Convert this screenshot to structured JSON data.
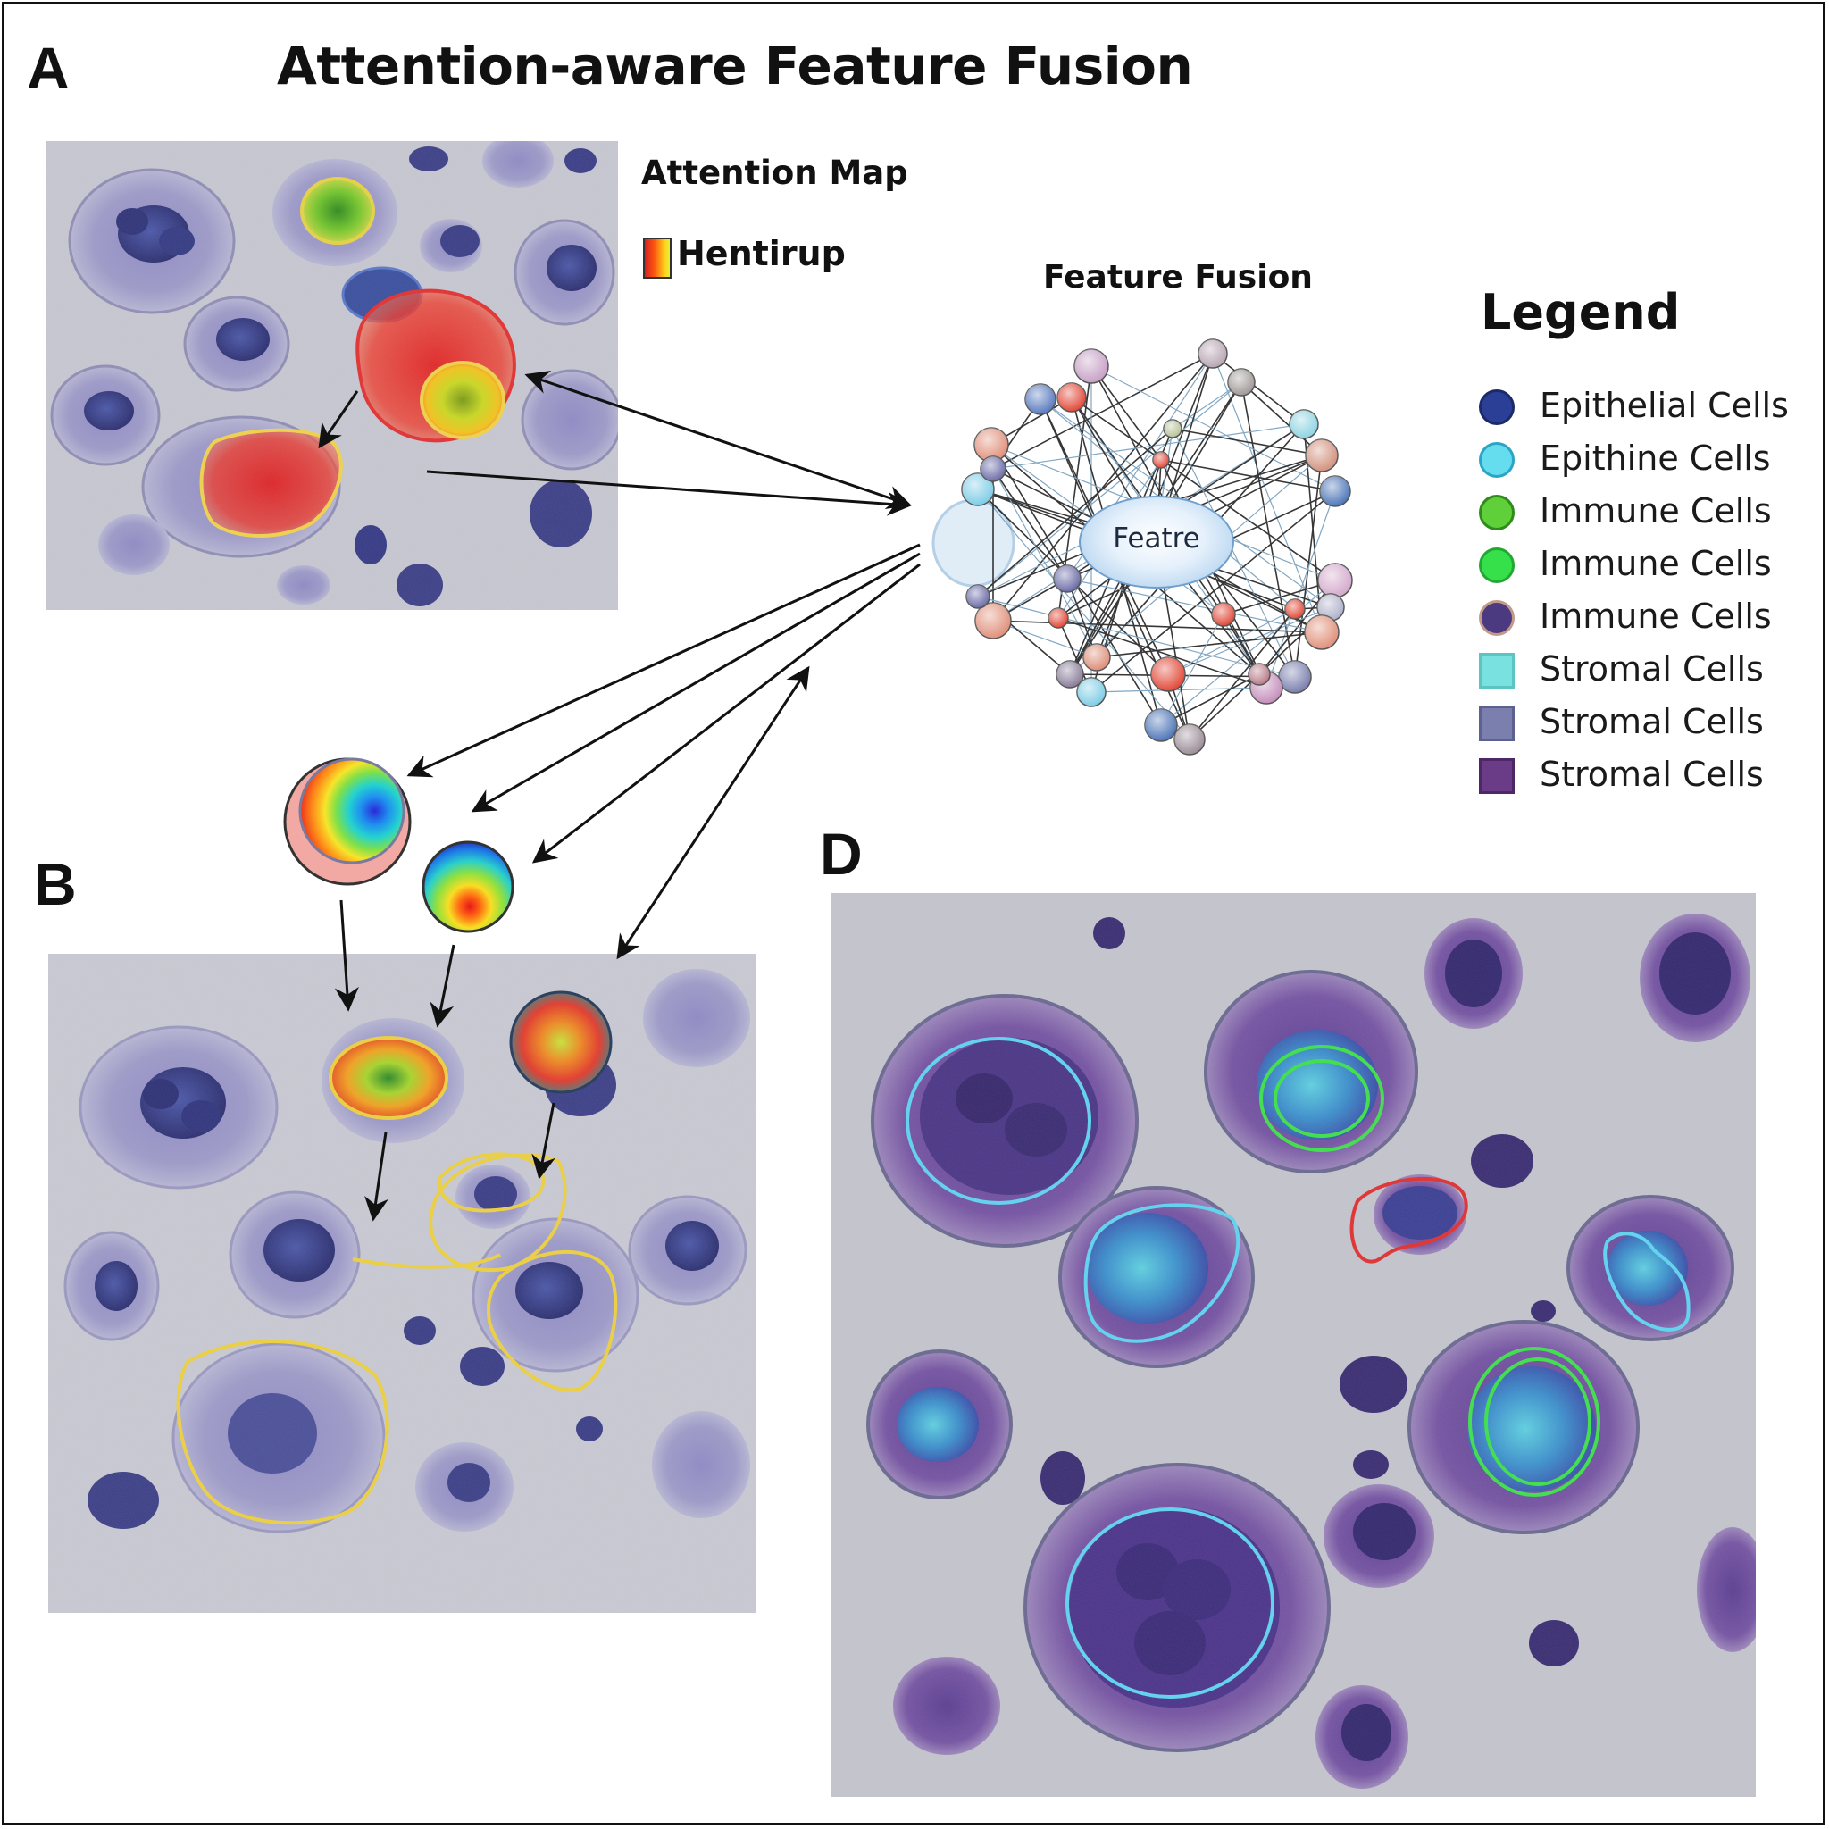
{
  "figure": {
    "title": "Attention-aware Feature Fusion",
    "panel_labels": {
      "a": "A",
      "b": "B",
      "d": "D"
    }
  },
  "attention_map": {
    "title": "Attention Map",
    "heatmap_label": "Hentirup",
    "heatmap_colors": [
      "#d42020",
      "#ff5a10",
      "#ffd21a",
      "#e6f13a"
    ]
  },
  "feature_fusion": {
    "title": "Feature Fusion",
    "center_label": "Featre"
  },
  "legend": {
    "title": "Legend",
    "items": [
      {
        "label": "Epithelial Cells",
        "shape": "circle",
        "fill": "#2a3f95",
        "stroke": "#1c2a6a"
      },
      {
        "label": "Epithine Cells",
        "shape": "circle",
        "fill": "#66dcef",
        "stroke": "#2aa6c4"
      },
      {
        "label": "Immune Cells",
        "shape": "circle",
        "fill": "#5fcf3a",
        "stroke": "#2f8c1c"
      },
      {
        "label": "Immune Cells",
        "shape": "circle",
        "fill": "#35e04a",
        "stroke": "#22a833"
      },
      {
        "label": "Immune Cells",
        "shape": "circle",
        "fill": "#4b3a80",
        "stroke": "#c39a8a"
      },
      {
        "label": "Stromal Cells",
        "shape": "square",
        "fill": "#79e2e0",
        "stroke": "#5bc5c4"
      },
      {
        "label": "Stromal Cells",
        "shape": "square",
        "fill": "#7a7fae",
        "stroke": "#5c6190"
      },
      {
        "label": "Stromal Cells",
        "shape": "square",
        "fill": "#6a3b86",
        "stroke": "#4e2866"
      }
    ]
  },
  "colors": {
    "background_tissue": "#c9cad3",
    "nucleus": "#3c3f86",
    "cytoplasm": "#8a82bc",
    "outline_yellow": "#ecd040",
    "outline_cyan": "#5fd3f0",
    "outline_green": "#3de04a",
    "outline_red": "#e03030"
  }
}
